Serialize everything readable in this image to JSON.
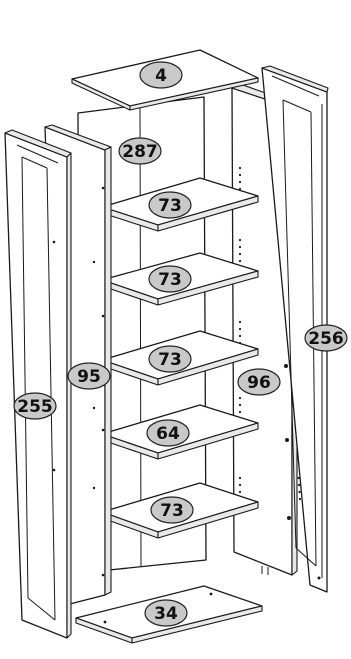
{
  "diagram": {
    "type": "exploded-assembly",
    "part_labels": {
      "top_panel": "4",
      "back_panel": "287",
      "shelf_1": "73",
      "shelf_2": "73",
      "shelf_3": "73",
      "shelf_4": "64",
      "shelf_5": "73",
      "bottom_panel": "34",
      "left_side_panel": "95",
      "right_side_panel": "96",
      "left_door": "255",
      "right_door": "256"
    }
  }
}
